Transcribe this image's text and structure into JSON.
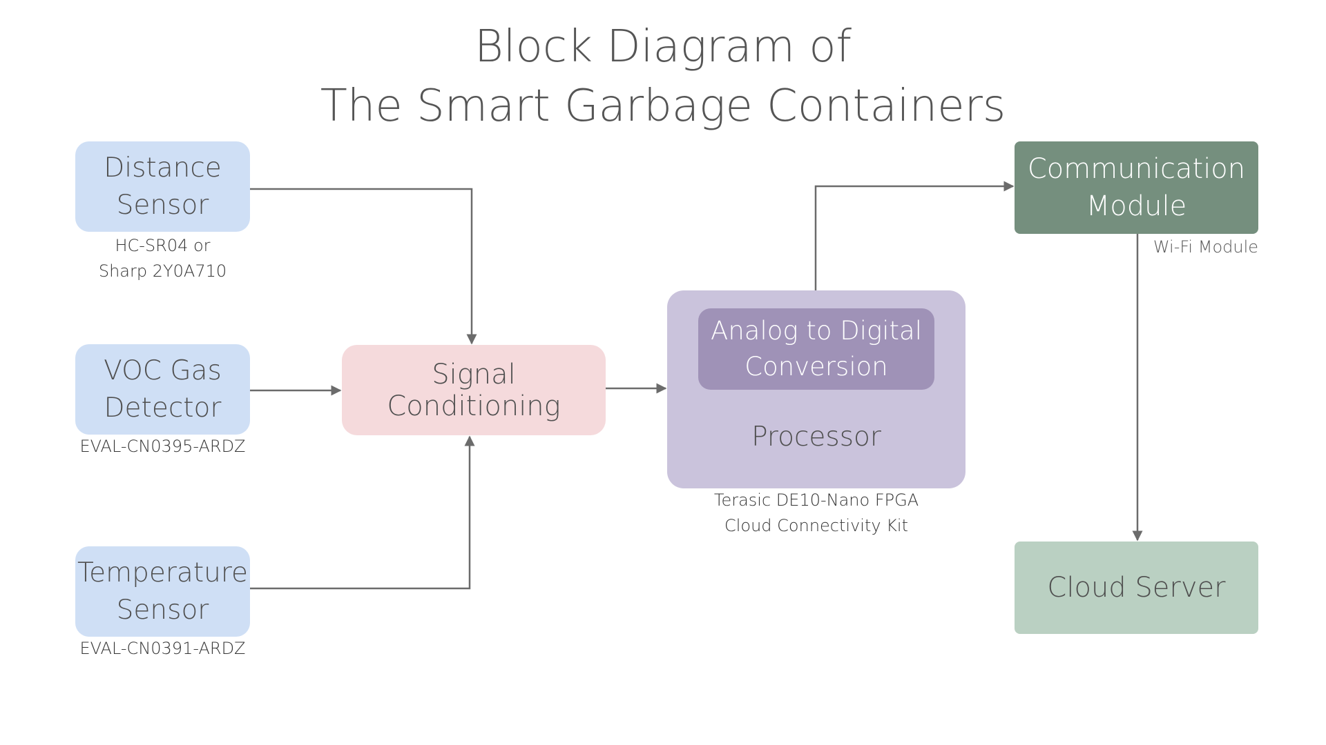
{
  "title": {
    "line1": "Block Diagram of",
    "line2": "The Smart Garbage Containers"
  },
  "nodes": {
    "distance_sensor": {
      "line1": "Distance",
      "line2": "Sensor",
      "caption1": "HC-SR04 or",
      "caption2": "Sharp 2Y0A710"
    },
    "voc_detector": {
      "line1": "VOC Gas",
      "line2": "Detector",
      "caption1": "EVAL-CN0395-ARDZ"
    },
    "temperature_sensor": {
      "line1": "Temperature",
      "line2": "Sensor",
      "caption1": "EVAL-CN0391-ARDZ"
    },
    "signal_conditioning": {
      "label": "Signal Conditioning"
    },
    "adc": {
      "line1": "Analog to Digital",
      "line2": "Conversion"
    },
    "processor": {
      "label": "Processor",
      "caption1": "Terasic DE10-Nano FPGA",
      "caption2": "Cloud Connectivity Kit"
    },
    "communication_module": {
      "line1": "Communication",
      "line2": "Module",
      "caption1": "Wi-Fi Module"
    },
    "cloud_server": {
      "label": "Cloud Server"
    }
  },
  "edges": [
    {
      "from": "Distance Sensor",
      "to": "Signal Conditioning"
    },
    {
      "from": "VOC Gas Detector",
      "to": "Signal Conditioning"
    },
    {
      "from": "Temperature Sensor",
      "to": "Signal Conditioning"
    },
    {
      "from": "Signal Conditioning",
      "to": "Processor"
    },
    {
      "from": "Processor",
      "to": "Communication Module"
    },
    {
      "from": "Communication Module",
      "to": "Cloud Server"
    }
  ],
  "colors": {
    "sensor_fill": "#cfdff5",
    "signal_fill": "#f5dadc",
    "processor_fill": "#cac3dc",
    "adc_fill": "#9f92b7",
    "comm_fill": "#758f7e",
    "cloud_fill": "#bad0c2",
    "connector": "#6b6b6b"
  }
}
